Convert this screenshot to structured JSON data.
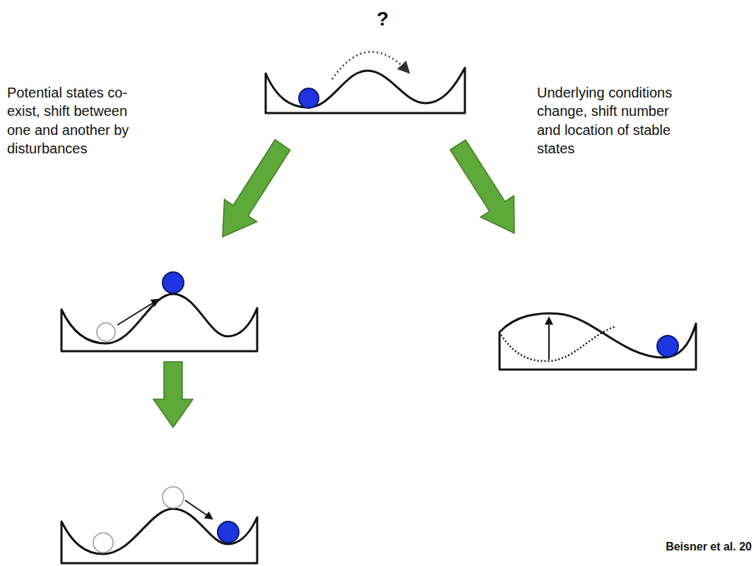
{
  "diagram": {
    "labels": [
      "?",
      "Potential states co-exist, shift between one and another by disturbances",
      "Underlying conditions change, shift number and location of stable states",
      "Beisner et al. 20"
    ]
  }
}
